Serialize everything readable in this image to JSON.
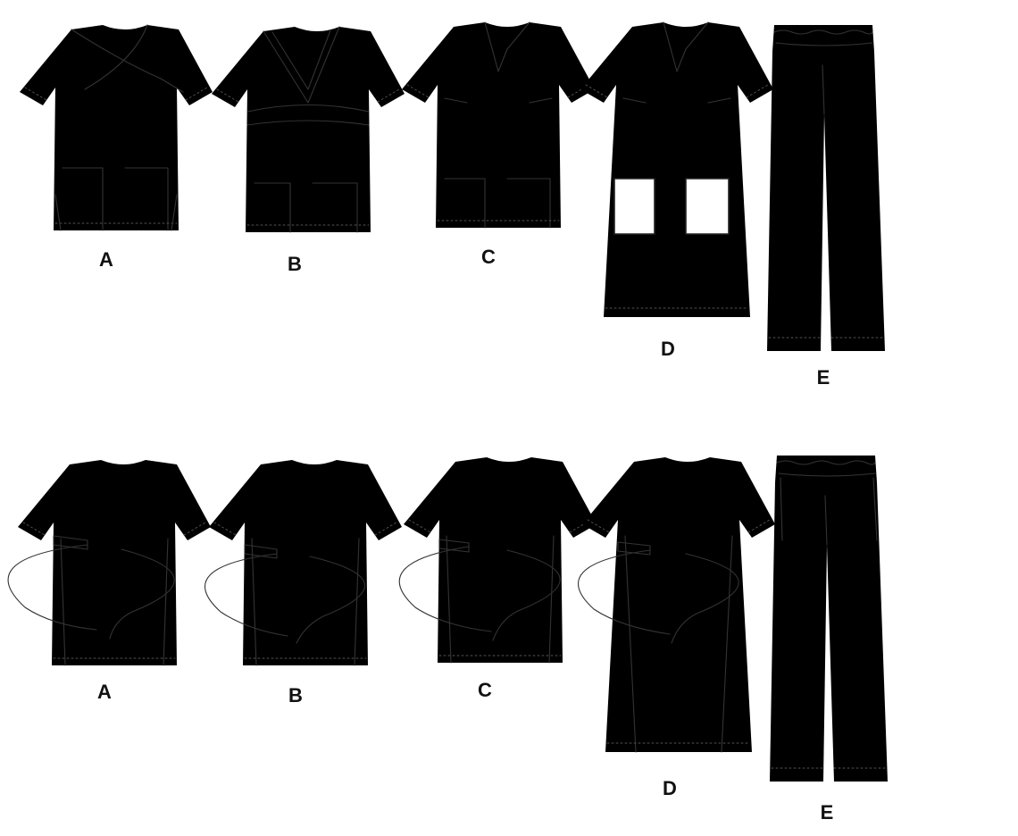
{
  "views": {
    "front": {
      "labels": {
        "a": "A",
        "b": "B",
        "c": "C",
        "d": "D",
        "e": "E"
      }
    },
    "back": {
      "labels": {
        "a": "A",
        "b": "B",
        "c": "C",
        "d": "D",
        "e": "E"
      }
    }
  }
}
